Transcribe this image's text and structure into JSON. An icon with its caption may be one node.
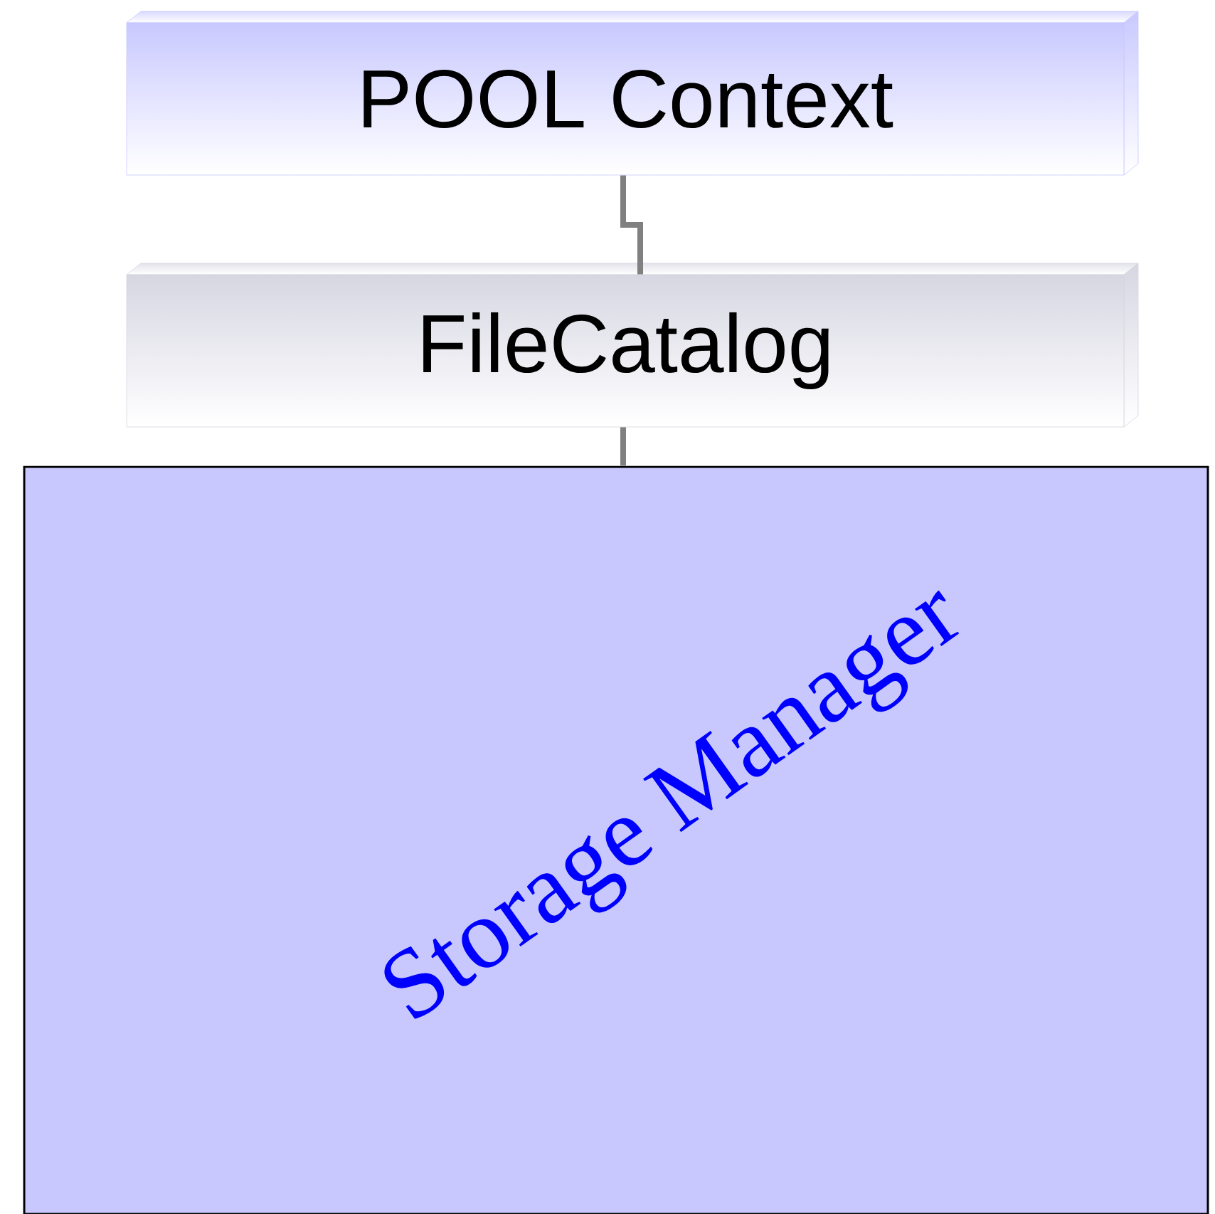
{
  "diagram": {
    "nodes": [
      {
        "text": [
          "POOL Context"
        ]
      },
      {
        "text": [
          "FileCatalog"
        ]
      },
      {
        "text": [
          "Storage Manager"
        ]
      }
    ],
    "edges": [
      {
        "from": 0,
        "to": 1,
        "arrow": "none"
      },
      {
        "from": 1,
        "to": 2,
        "arrow": "none"
      }
    ]
  }
}
